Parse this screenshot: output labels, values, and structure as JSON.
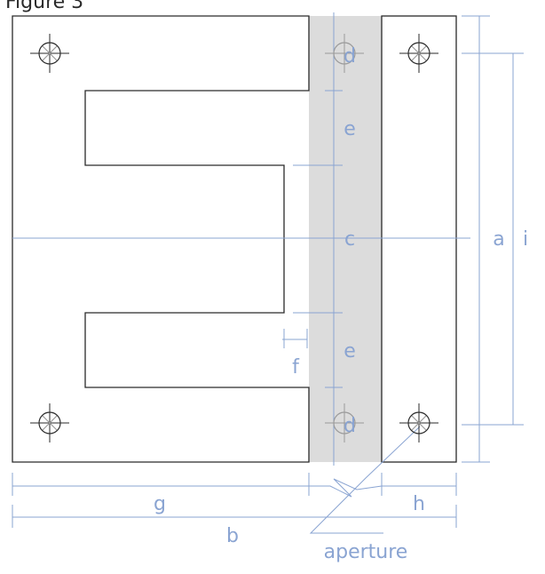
{
  "figure": {
    "title": "Figure 3"
  },
  "labels": {
    "a": "a",
    "b": "b",
    "c": "c",
    "d_top": "d",
    "d_bottom": "d",
    "e_top": "e",
    "e_bottom": "e",
    "f": "f",
    "g": "g",
    "h": "h",
    "i": "i",
    "aperture": "aperture"
  },
  "colors": {
    "outline": "#2a2a2a",
    "dimension": "#8aa4d2",
    "gap_fill": "#dcdcdc",
    "hole": "#9a9a9a"
  }
}
